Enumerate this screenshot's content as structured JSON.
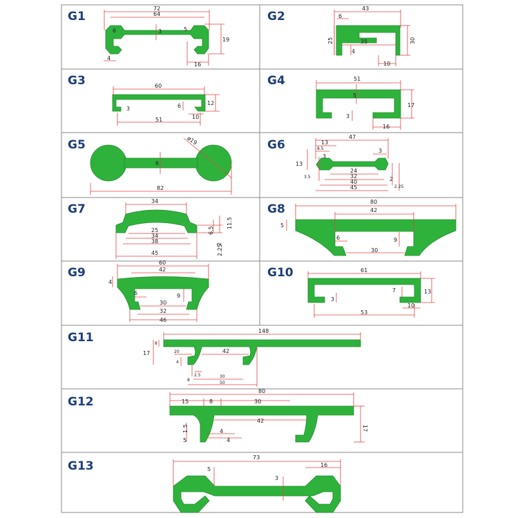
{
  "profiles": [
    {
      "id": "G1",
      "dims": [
        "72",
        "64",
        "6",
        "3",
        "5",
        "19",
        "4",
        "16"
      ]
    },
    {
      "id": "G2",
      "dims": [
        "43",
        "6",
        "25",
        "30",
        "35",
        "4",
        "10"
      ]
    },
    {
      "id": "G3",
      "dims": [
        "60",
        "3",
        "6",
        "12",
        "51",
        "10"
      ]
    },
    {
      "id": "G4",
      "dims": [
        "51",
        "5",
        "17",
        "3",
        "16"
      ]
    },
    {
      "id": "G5",
      "dims": [
        "ø19",
        "6",
        "82"
      ]
    },
    {
      "id": "G6",
      "dims": [
        "47",
        "13",
        "8.5",
        "3",
        "13",
        "3",
        "24",
        "3.5",
        "32",
        "2",
        "40",
        "2.25",
        "45"
      ]
    },
    {
      "id": "G7",
      "dims": [
        "34",
        "25",
        "34",
        "38",
        "45",
        "6.5",
        "11.5",
        "2",
        "2.25"
      ]
    },
    {
      "id": "G8",
      "dims": [
        "80",
        "42",
        "5",
        "6",
        "9",
        "30"
      ]
    },
    {
      "id": "G9",
      "dims": [
        "60",
        "42",
        "4",
        "6",
        "9",
        "30",
        "32",
        "46"
      ]
    },
    {
      "id": "G10",
      "dims": [
        "61",
        "3",
        "7",
        "13",
        "10",
        "53"
      ]
    },
    {
      "id": "G11",
      "dims": [
        "148",
        "17",
        "8",
        "20",
        "42",
        "4",
        "2.5",
        "8",
        "30",
        "50"
      ]
    },
    {
      "id": "G12",
      "dims": [
        "80",
        "15",
        "8",
        "30",
        "42",
        "1.5",
        "5",
        "4",
        "4",
        "17"
      ]
    },
    {
      "id": "G13",
      "dims": [
        "73",
        "5",
        "16",
        "3"
      ]
    }
  ]
}
